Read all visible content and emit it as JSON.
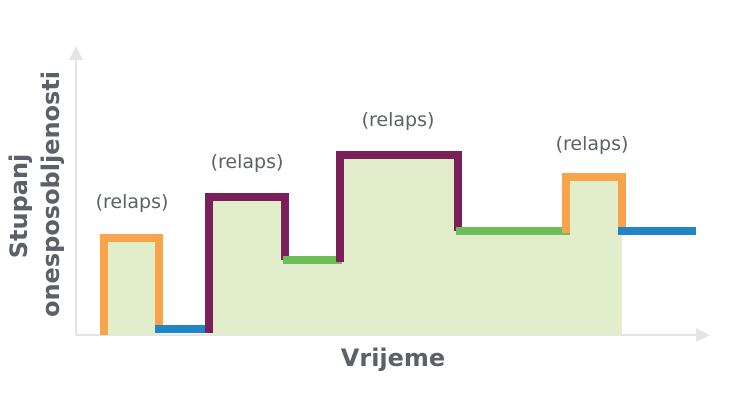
{
  "diagram": {
    "x_axis_label": "Vrijeme",
    "y_axis_label_line1": "Stupanj",
    "y_axis_label_line2": "onesposobljenosti",
    "relapse_label": "(relaps)"
  },
  "colors": {
    "background": "#ffffff",
    "area_fill": "#e2edcb",
    "relapse_orange": "#f9a44a",
    "relapse_purple": "#7b1f5a",
    "baseline_blue": "#2184c6",
    "remission_green": "#6dbe5a",
    "axis": "#e4e4e4",
    "text": "#5b6168"
  },
  "segments": [
    {
      "kind": "relapse",
      "color": "relapse_orange",
      "level": 2
    },
    {
      "kind": "baseline",
      "color": "baseline_blue",
      "level": 0
    },
    {
      "kind": "relapse",
      "color": "relapse_purple",
      "level": 3
    },
    {
      "kind": "remission",
      "color": "remission_green",
      "level": 1
    },
    {
      "kind": "relapse",
      "color": "relapse_purple",
      "level": 4
    },
    {
      "kind": "remission",
      "color": "remission_green",
      "level": 2
    },
    {
      "kind": "relapse",
      "color": "relapse_orange",
      "level": 3
    },
    {
      "kind": "baseline",
      "color": "baseline_blue",
      "level": 2
    }
  ]
}
